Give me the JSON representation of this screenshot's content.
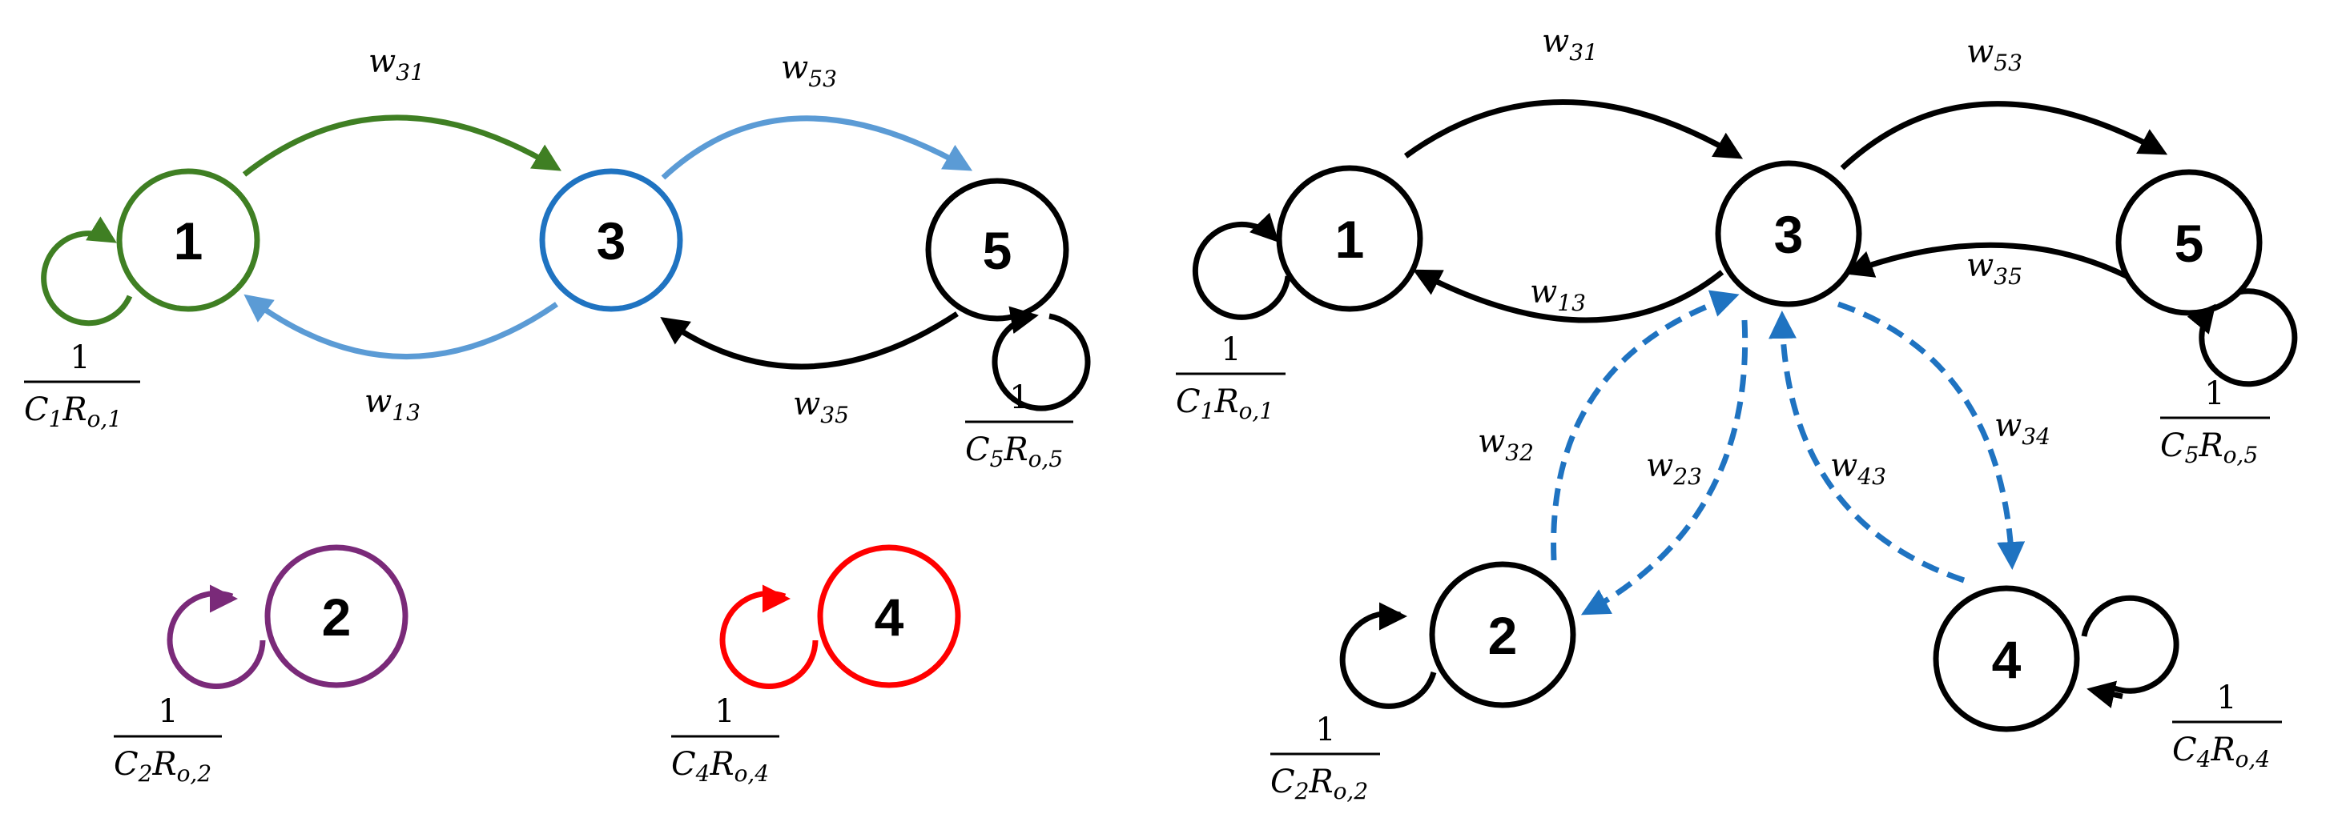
{
  "colors": {
    "green": "#3f7f23",
    "light_blue": "#5b9bd5",
    "mid_blue": "#1f73c1",
    "dashed_blue": "#1f73c1",
    "purple": "#7a2a79",
    "red": "#ff0000",
    "black": "#000000"
  },
  "left_diagram": {
    "nodes": [
      {
        "id": "1",
        "label": "1",
        "color": "green"
      },
      {
        "id": "3",
        "label": "3",
        "color": "mid_blue"
      },
      {
        "id": "5",
        "label": "5",
        "color": "black"
      },
      {
        "id": "2",
        "label": "2",
        "color": "purple"
      },
      {
        "id": "4",
        "label": "4",
        "color": "red"
      }
    ],
    "edge_labels": {
      "w31": {
        "base": "w",
        "sub": "31"
      },
      "w53": {
        "base": "w",
        "sub": "53"
      },
      "w13": {
        "base": "w",
        "sub": "13"
      },
      "w35": {
        "base": "w",
        "sub": "35"
      }
    },
    "self_loop_labels": {
      "n1": {
        "num": "1",
        "c": "C",
        "c_sub": "1",
        "r": "R",
        "r_sub": "o,1"
      },
      "n5": {
        "num": "1",
        "c": "C",
        "c_sub": "5",
        "r": "R",
        "r_sub": "o,5"
      },
      "n2": {
        "num": "1",
        "c": "C",
        "c_sub": "2",
        "r": "R",
        "r_sub": "o,2"
      },
      "n4": {
        "num": "1",
        "c": "C",
        "c_sub": "4",
        "r": "R",
        "r_sub": "o,4"
      }
    }
  },
  "right_diagram": {
    "nodes": [
      {
        "id": "1",
        "label": "1",
        "color": "black"
      },
      {
        "id": "3",
        "label": "3",
        "color": "black"
      },
      {
        "id": "5",
        "label": "5",
        "color": "black"
      },
      {
        "id": "2",
        "label": "2",
        "color": "black"
      },
      {
        "id": "4",
        "label": "4",
        "color": "black"
      }
    ],
    "edge_labels": {
      "w31": {
        "base": "w",
        "sub": "31"
      },
      "w53": {
        "base": "w",
        "sub": "53"
      },
      "w13": {
        "base": "w",
        "sub": "13"
      },
      "w35": {
        "base": "w",
        "sub": "35"
      },
      "w32": {
        "base": "w",
        "sub": "32"
      },
      "w23": {
        "base": "w",
        "sub": "23"
      },
      "w43": {
        "base": "w",
        "sub": "43"
      },
      "w34": {
        "base": "w",
        "sub": "34"
      }
    },
    "self_loop_labels": {
      "n1": {
        "num": "1",
        "c": "C",
        "c_sub": "1",
        "r": "R",
        "r_sub": "o,1"
      },
      "n5": {
        "num": "1",
        "c": "C",
        "c_sub": "5",
        "r": "R",
        "r_sub": "o,5"
      },
      "n2": {
        "num": "1",
        "c": "C",
        "c_sub": "2",
        "r": "R",
        "r_sub": "o,2"
      },
      "n4": {
        "num": "1",
        "c": "C",
        "c_sub": "4",
        "r": "R",
        "r_sub": "o,4"
      }
    }
  }
}
